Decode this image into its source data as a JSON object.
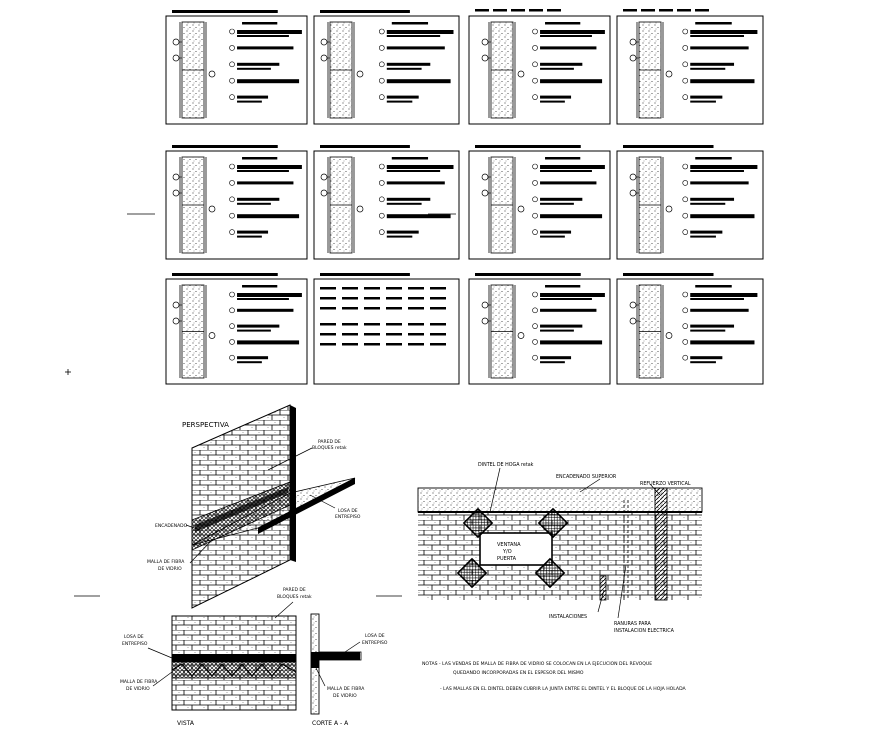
{
  "perspective": {
    "title": "PERSPECTIVA",
    "labels": {
      "wall": [
        "PARED DE",
        "BLOQUES retak"
      ],
      "slab": [
        "LOSA DE",
        "ENTREPISO"
      ],
      "encadenado": "ENCADENADO",
      "mesh": [
        "MALLA DE FIBRA",
        "DE VIDRIO"
      ]
    }
  },
  "vista": {
    "title": "VISTA",
    "labels": {
      "wall": [
        "PARED DE",
        "BLOQUES retak"
      ],
      "slab": [
        "LOSA DE",
        "ENTREPISO"
      ],
      "mesh": [
        "MALLA DE FIBRA",
        "DE VIDRIO"
      ]
    }
  },
  "corte": {
    "title": "CORTE A - A"
  },
  "elevation": {
    "labels": {
      "dintel": "DINTEL DE HOGA retak",
      "encadenado": "ENCADENADO SUPERIOR",
      "refuerzo": "REFUERZO VERTICAL",
      "opening": [
        "VENTANA",
        "Y/O",
        "PUERTA"
      ],
      "instalaciones": "INSTALACIONES",
      "ranuras": [
        "RANURAS PARA",
        "INSTALACION ELECTRICA"
      ]
    }
  },
  "notes": {
    "line1": "NOTAS - LAS VENDAS DE MALLA DE FIBRA DE VIDRIO SE COLOCAN EN LA EJECUCION DEL REVOQUE",
    "line2": "QUEDANDO INCORPORADAS EN EL ESPESOR DEL MISMO",
    "line3": "- LAS MALLAS EN EL DINTEL DEBEN CUBRIR LA JUNTA ENTRE EL DINTEL Y EL BLOQUE DE LA HOJA HOLADA"
  }
}
